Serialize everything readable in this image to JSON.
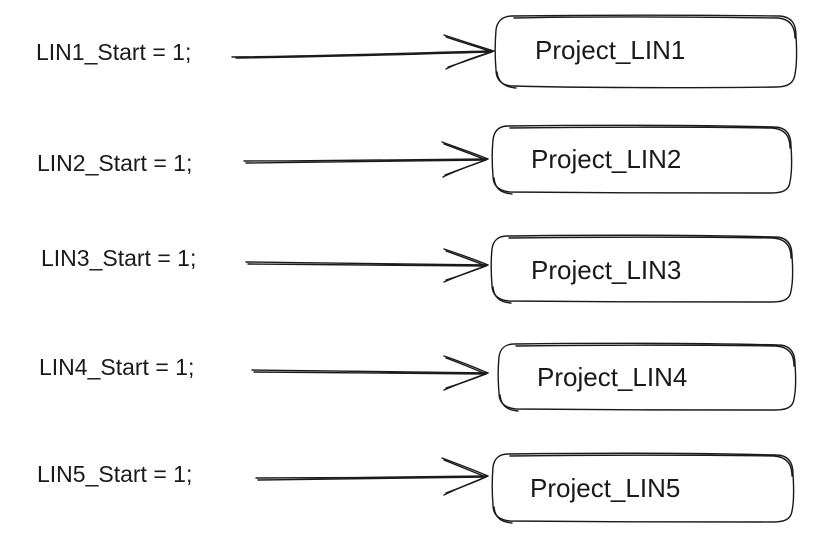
{
  "rows": [
    {
      "label": "LIN1_Start = 1;",
      "target": "Project_LIN1"
    },
    {
      "label": "LIN2_Start = 1;",
      "target": "Project_LIN2"
    },
    {
      "label": "LIN3_Start = 1;",
      "target": "Project_LIN3"
    },
    {
      "label": "LIN4_Start = 1;",
      "target": "Project_LIN4"
    },
    {
      "label": "LIN5_Start = 1;",
      "target": "Project_LIN5"
    }
  ]
}
